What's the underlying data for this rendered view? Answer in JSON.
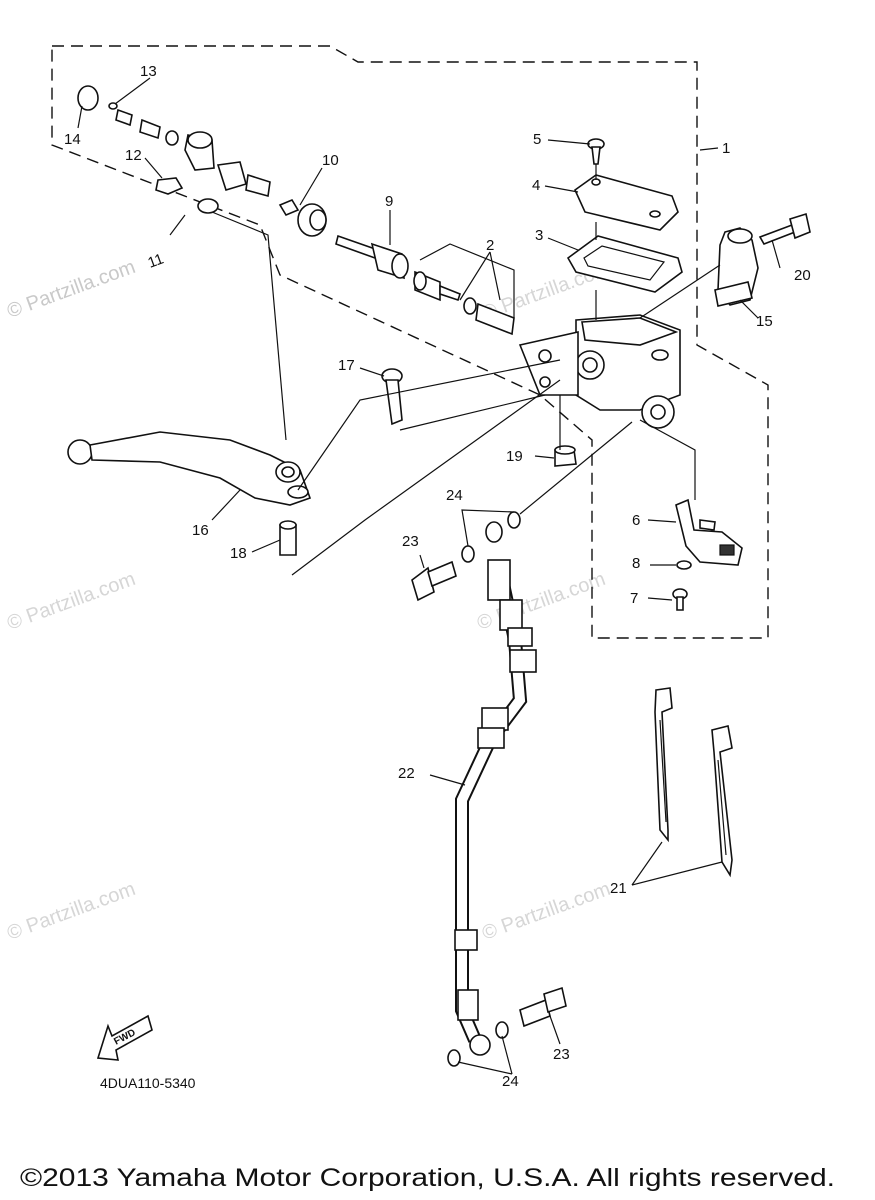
{
  "watermark": "© Partzilla.com",
  "diagram_code": "4DUA110-5340",
  "fwd_label": "FWD",
  "copyright": "©2013  Yamaha Motor Corporation, U.S.A. All rights reserved.",
  "callouts": {
    "c1": "1",
    "c2": "2",
    "c3": "3",
    "c4": "4",
    "c5": "5",
    "c6": "6",
    "c7": "7",
    "c8": "8",
    "c9": "9",
    "c10": "10",
    "c11": "11",
    "c12": "12",
    "c13": "13",
    "c14": "14",
    "c15": "15",
    "c16": "16",
    "c17": "17",
    "c18": "18",
    "c19": "19",
    "c20": "20",
    "c21": "21",
    "c22": "22",
    "c23a": "23",
    "c23b": "23",
    "c24a": "24",
    "c24b": "24"
  }
}
